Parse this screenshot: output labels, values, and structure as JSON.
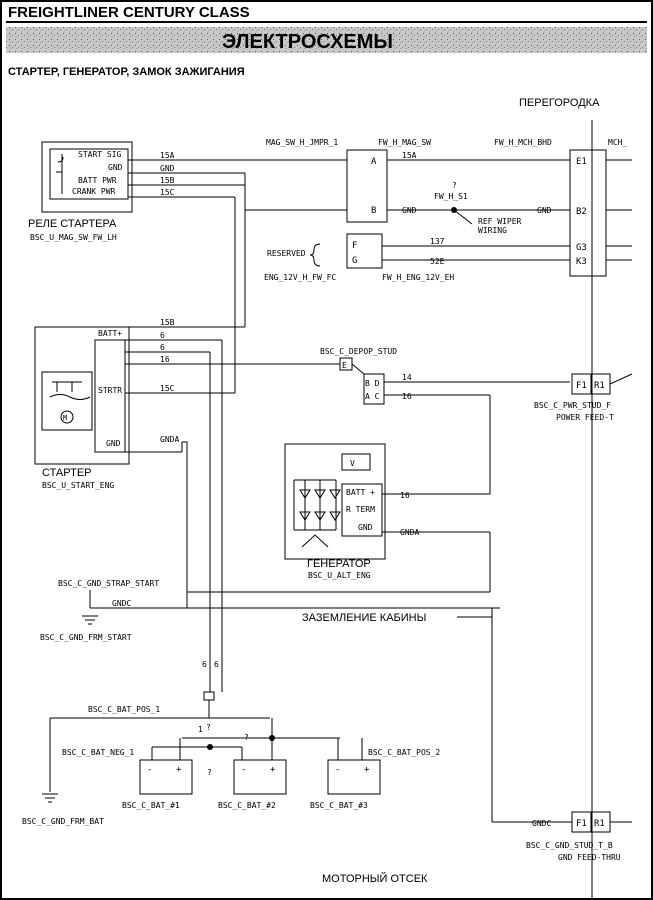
{
  "header": {
    "brand": "FREIGHTLINER CENTURY CLASS",
    "banner": "ЭЛЕКТРОСХЕМЫ",
    "section_title": "СТАРТЕР, ГЕНЕРАТОР, ЗАМОК ЗАЖИГАНИЯ"
  },
  "regions": {
    "bulkhead": "ПЕРЕГОРОДКА",
    "cab_ground": "ЗАЗЕМЛЕНИЕ КАБИНЫ",
    "engine_bay": "МОТОРНЫЙ ОТСЕК"
  },
  "starter_relay": {
    "title": "РЕЛЕ СТАРТЕРА",
    "code": "BSC_U_MAG_SW_FW_LH",
    "pins": [
      "START SIG",
      "GND",
      "BATT PWR",
      "CRANK PWR"
    ],
    "wires": [
      "15A",
      "GND",
      "15B",
      "15C"
    ]
  },
  "starter": {
    "title": "СТАРТЕР",
    "code": "BSC_U_START_ENG",
    "pins": [
      "BATT+",
      "STRTR",
      "GND"
    ],
    "wires": [
      "15B",
      "6",
      "6",
      "16",
      "15C",
      "GNDA"
    ]
  },
  "generator": {
    "title": "ГЕНЕРАТОР",
    "code": "BSC_U_ALT_ENG",
    "pins": [
      "BATT +",
      "R TERM",
      "GND"
    ],
    "wires": [
      "16",
      "GNDA"
    ],
    "v_label": "V"
  },
  "jumper": {
    "left_label": "MAG_SW_H_JMPR_1",
    "right_label": "FW_H_MAG_SW",
    "pins": [
      "A",
      "B"
    ],
    "wires": [
      "15A",
      "GND"
    ]
  },
  "splice": {
    "question": "?",
    "label": "FW_H_S1",
    "ref": "REF WIPER",
    "ref2": "WIRING",
    "wire": "GND"
  },
  "fg_connector": {
    "pins": [
      "F",
      "G"
    ],
    "reserved": "RESERVED",
    "wires": [
      "137",
      "52E"
    ],
    "left_label": "ENG_12V_H_FW_FC",
    "right_label": "FW_H_ENG_12V_EH"
  },
  "bulkhead_conn": {
    "top_left": "FW_H_MCH_BHD",
    "top_right": "MCH_",
    "pins": [
      "E1",
      "B2",
      "G3",
      "K3"
    ]
  },
  "depop": {
    "label": "BSC_C_DEPOP_STUD",
    "pins": [
      "E",
      "B D",
      "A C"
    ],
    "wires": [
      "14",
      "16"
    ]
  },
  "power_stud": {
    "pins": [
      "F1",
      "R1"
    ],
    "label": "BSC_C_PWR_STUD_F",
    "label2": "POWER FEED-T"
  },
  "gnd_stud": {
    "pins": [
      "F1",
      "R1"
    ],
    "wire": "GNDC",
    "label": "BSC_C_GND_STUD_T_B",
    "label2": "GND FEED-THRU"
  },
  "ground_strap": {
    "label": "BSC_C_GND_STRAP_START",
    "wire": "GNDC",
    "frame_label": "BSC_C_GND_FRM_START"
  },
  "batteries": {
    "pos1": "BSC_C_BAT_POS_1",
    "neg1": "BSC_C_BAT_NEG_1",
    "pos2": "BSC_C_BAT_POS_2",
    "frame": "BSC_C_GND_FRM_BAT",
    "cells": [
      "BSC_C_BAT_#1",
      "BSC_C_BAT_#2",
      "BSC_C_BAT_#3"
    ],
    "minus": "-",
    "plus": "+",
    "q": "?",
    "one": "1",
    "six": "6"
  }
}
